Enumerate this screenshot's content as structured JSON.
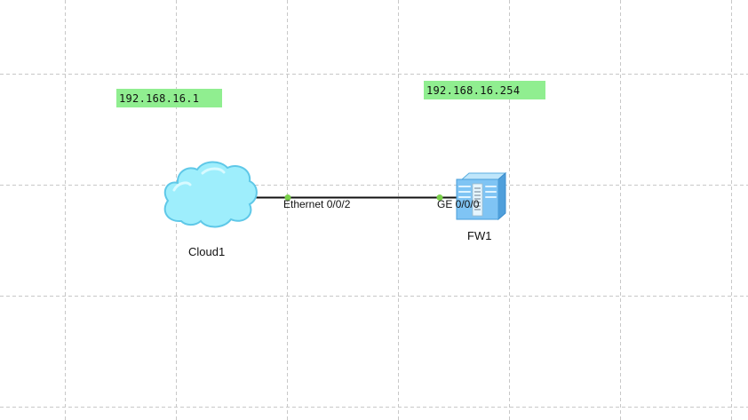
{
  "canvas": {
    "background_color": "#ffffff",
    "grid": true,
    "grid_color": "#c8c8c8"
  },
  "devices": [
    {
      "id": "cloud1",
      "label": "Cloud1",
      "icon": "cloud-icon",
      "color": "#9eeefc"
    },
    {
      "id": "fw1",
      "label": "FW1",
      "icon": "firewall-icon",
      "color": "#7fc4f4"
    }
  ],
  "ip_labels": [
    {
      "text": "192.168.16.1",
      "background_color": "#90ee90"
    },
    {
      "text": "192.168.16.254",
      "background_color": "#90ee90"
    }
  ],
  "link": {
    "from": "cloud1",
    "to": "fw1",
    "from_port": "Ethernet 0/0/2",
    "to_port": "GE 0/0/0",
    "line_color": "#111111",
    "port_dot_color": "#7ad14a"
  }
}
